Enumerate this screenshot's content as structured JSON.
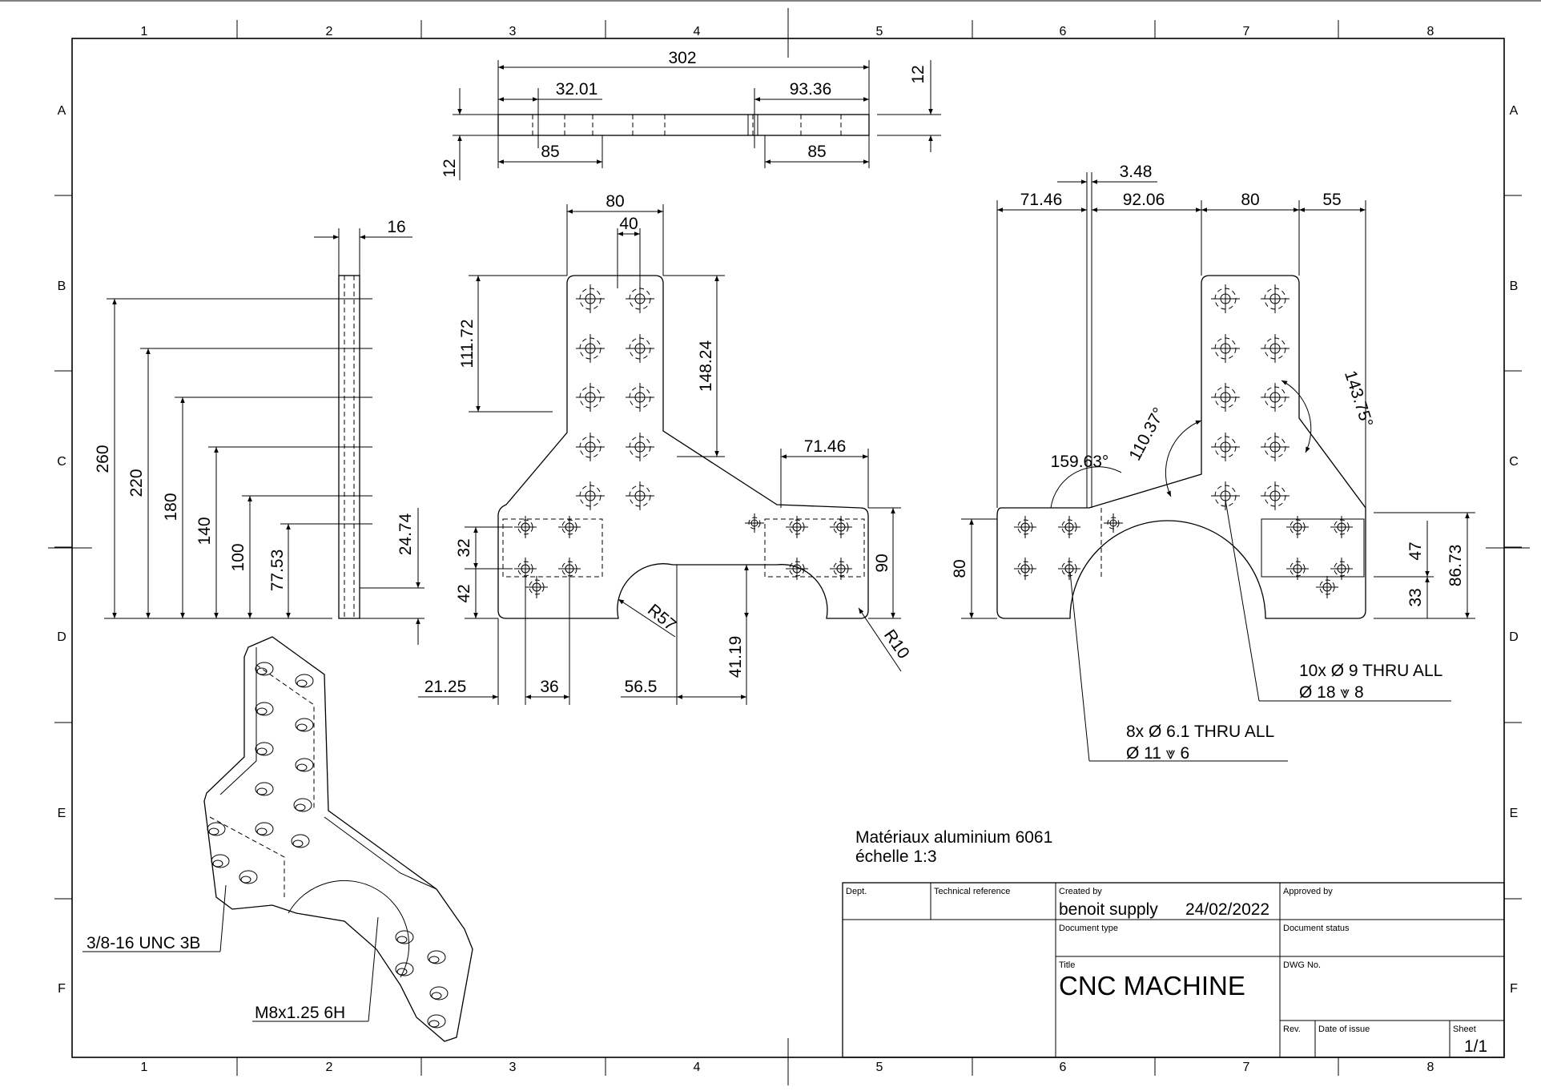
{
  "zones": {
    "columns": [
      "1",
      "2",
      "3",
      "4",
      "5",
      "6",
      "7",
      "8"
    ],
    "rows": [
      "A",
      "B",
      "C",
      "D",
      "E",
      "F"
    ]
  },
  "dimensions": {
    "top_view": [
      "302",
      "32.01",
      "93.36",
      "85",
      "85",
      "12",
      "12"
    ],
    "side_view": [
      "16",
      "260",
      "220",
      "180",
      "140",
      "100",
      "77.53",
      "24.74"
    ],
    "front_view": [
      "80",
      "40",
      "111.72",
      "148.24",
      "71.46",
      "90",
      "32",
      "42",
      "R57",
      "R10",
      "21.25",
      "36",
      "56.5",
      "41.19"
    ],
    "right_view": [
      "3.48",
      "71.46",
      "92.06",
      "80",
      "55",
      "143.75°",
      "110.37°",
      "159.63°",
      "80",
      "47",
      "86.73",
      "33"
    ]
  },
  "notes": {
    "hole_note_1_line1": "10x Ø 9 THRU ALL",
    "hole_note_1_line2": "Ø 18 ⩔ 8",
    "hole_note_2_line1": "8x Ø 6.1 THRU ALL",
    "hole_note_2_line2": "Ø 11 ⩔ 6",
    "thread_1": "3/8-16 UNC 3B",
    "thread_2": "M8x1.25 6H",
    "material": "Matériaux aluminium 6061",
    "scale": "échelle 1:3"
  },
  "title_block": {
    "dept_label": "Dept.",
    "tech_ref_label": "Technical reference",
    "created_by_label": "Created by",
    "created_by": "benoit supply",
    "date": "24/02/2022",
    "approved_by_label": "Approved by",
    "doc_type_label": "Document type",
    "doc_status_label": "Document status",
    "title_label": "Title",
    "title": "CNC MACHINE",
    "dwg_no_label": "DWG No.",
    "rev_label": "Rev.",
    "date_issue_label": "Date of issue",
    "sheet_label": "Sheet",
    "sheet": "1/1"
  }
}
